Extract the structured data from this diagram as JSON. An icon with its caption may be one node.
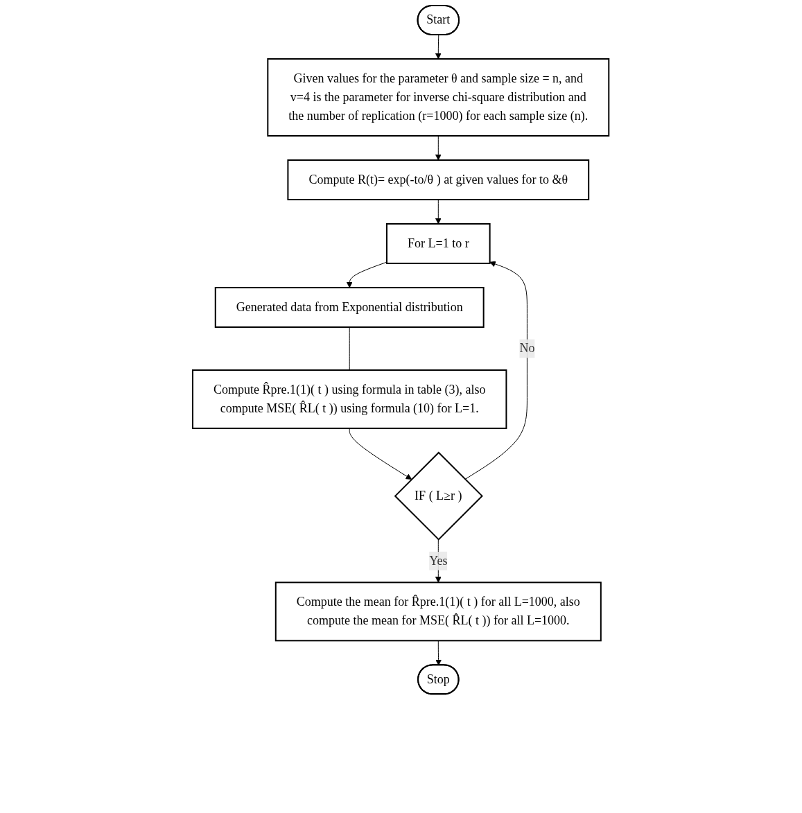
{
  "diagram": {
    "nodes": [
      {
        "text": [
          "Start"
        ]
      },
      {
        "text": [
          "Given values for the parameter θ and sample size = n, and v=4 is the parameter for inverse chi-square distribution and the number of replication (r=1000) for each sample size (n)."
        ]
      },
      {
        "text": [
          "Compute R(t)= exp(-to/θ ) at given values for to &θ"
        ]
      },
      {
        "text": [
          "For L=1 to r"
        ]
      },
      {
        "text": [
          "Generated data from Exponential distribution"
        ]
      },
      {
        "text": [
          "Compute R̂pre.1(1)( t ) using formula in table (3), also compute MSE( R̂L( t )) using formula (10) for L=1."
        ]
      },
      {
        "text": [
          "IF ( L≥r )"
        ]
      },
      {
        "text": [
          "Compute the mean for R̂pre.1(1)( t ) for all L=1000, also compute the mean for MSE( R̂L( t )) for all L=1000."
        ]
      },
      {
        "text": [
          "Stop"
        ]
      }
    ],
    "edges": [
      {
        "from": 0,
        "to": 1,
        "arrow": "to"
      },
      {
        "from": 1,
        "to": 2,
        "arrow": "to"
      },
      {
        "from": 2,
        "to": 3,
        "arrow": "to"
      },
      {
        "from": 3,
        "to": 4,
        "arrow": "to"
      },
      {
        "from": 4,
        "to": 5,
        "arrow": "none"
      },
      {
        "from": 5,
        "to": 6,
        "arrow": "to"
      },
      {
        "from": 6,
        "to": 3,
        "arrow": "to",
        "label": "No"
      },
      {
        "from": 6,
        "to": 7,
        "arrow": "to",
        "label": "Yes"
      },
      {
        "from": 7,
        "to": 8,
        "arrow": "to"
      }
    ]
  }
}
